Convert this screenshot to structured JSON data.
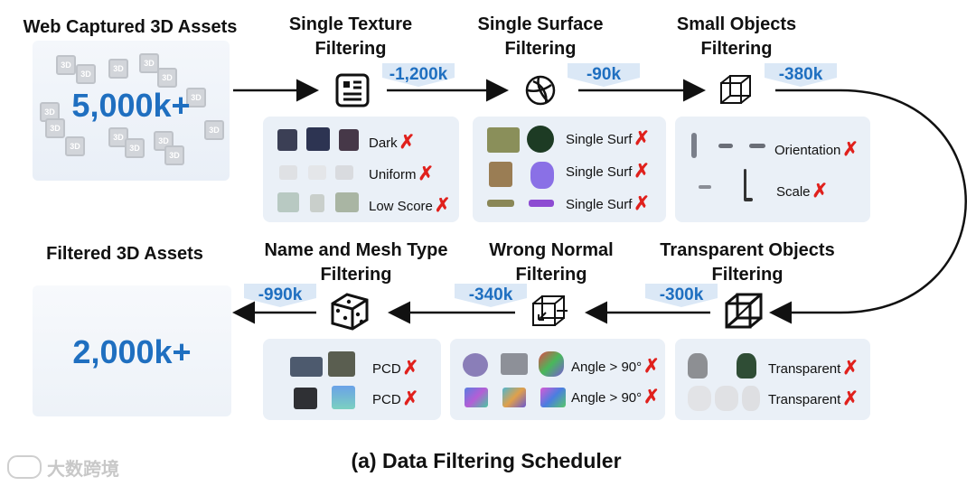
{
  "source": {
    "title": "Web Captured 3D Assets",
    "count": "5,000k+",
    "cube_label": "3D"
  },
  "result": {
    "title": "Filtered 3D Assets",
    "count": "2,000k+"
  },
  "stages": [
    {
      "title_line1": "Single Texture",
      "title_line2": "Filtering",
      "removed": "-1,200k",
      "icon": "texture-grid-icon",
      "criteria": [
        "Dark",
        "Uniform",
        "Low Score"
      ]
    },
    {
      "title_line1": "Single Surface",
      "title_line2": "Filtering",
      "removed": "-90k",
      "icon": "knot-icon",
      "criteria": [
        "Single Surf",
        "Single Surf",
        "Single Surf"
      ]
    },
    {
      "title_line1": "Small Objects",
      "title_line2": "Filtering",
      "removed": "-380k",
      "icon": "bounding-box-icon",
      "criteria": [
        "Orientation",
        "Scale"
      ]
    },
    {
      "title_line1": "Transparent Objects",
      "title_line2": "Filtering",
      "removed": "-300k",
      "icon": "wireframe-cube-icon",
      "criteria": [
        "Transparent",
        "Transparent"
      ]
    },
    {
      "title_line1": "Wrong Normal",
      "title_line2": "Filtering",
      "removed": "-340k",
      "icon": "normal-axes-icon",
      "criteria": [
        "Angle > 90°",
        "Angle > 90°"
      ]
    },
    {
      "title_line1": "Name and Mesh Type",
      "title_line2": "Filtering",
      "removed": "-990k",
      "icon": "dice-icon",
      "criteria": [
        "PCD",
        "PCD"
      ]
    }
  ],
  "reject_mark": "✗",
  "caption": "(a) Data Filtering Scheduler",
  "watermark": "大数跨境",
  "colors": {
    "accent": "#1f6fc0",
    "panel": "#eaf0f7",
    "reject": "#e0201c"
  }
}
